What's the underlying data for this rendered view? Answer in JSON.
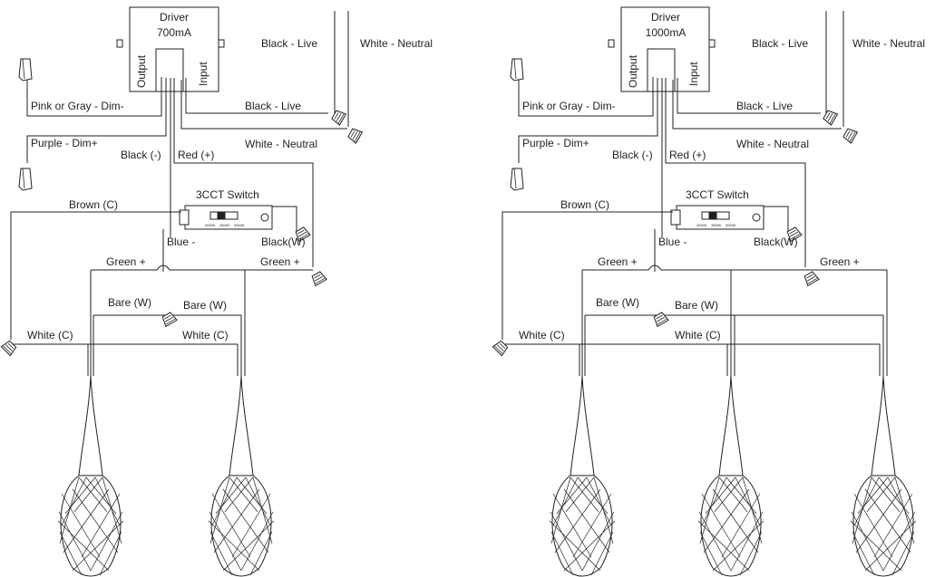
{
  "left": {
    "driver_title": "Driver",
    "driver_rating": "700mA",
    "output": "Output",
    "input": "Input",
    "black_live_top": "Black  - Live",
    "white_neutral_top": "White - Neutral",
    "pink_gray_dim": "Pink or Gray - Dim-",
    "black_live": "Black  - Live",
    "purple_dim": "Purple - Dim+",
    "white_neutral": "White - Neutral",
    "black_minus": "Black (-)",
    "red_plus": "Red (+)",
    "switch_title": "3CCT Switch",
    "brown_c": "Brown (C)",
    "blue_minus": "Blue -",
    "black_w": "Black(W)",
    "green_plus_1": "Green +",
    "green_plus_2": "Green +",
    "bare_w_1": "Bare (W)",
    "bare_w_2": "Bare (W)",
    "white_c_1": "White  (C)",
    "white_c_2": "White  (C)",
    "cct_1": "4000K",
    "cct_2": "3500K",
    "cct_3": "3000K"
  },
  "right": {
    "driver_title": "Driver",
    "driver_rating": "1000mA",
    "output": "Output",
    "input": "Input",
    "black_live_top": "Black  - Live",
    "white_neutral_top": "White - Neutral",
    "pink_gray_dim": "Pink or Gray - Dim-",
    "black_live": "Black  - Live",
    "purple_dim": "Purple - Dim+",
    "white_neutral": "White - Neutral",
    "black_minus": "Black (-)",
    "red_plus": "Red (+)",
    "switch_title": "3CCT Switch",
    "brown_c": "Brown (C)",
    "blue_minus": "Blue -",
    "black_w": "Black(W)",
    "green_plus_1": "Green +",
    "green_plus_2": "Green +",
    "bare_w_1": "Bare (W)",
    "bare_w_2": "Bare (W)",
    "white_c_1": "White  (C)",
    "white_c_2": "White  (C)",
    "cct_1": "4000K",
    "cct_2": "3500K",
    "cct_3": "3000K"
  }
}
